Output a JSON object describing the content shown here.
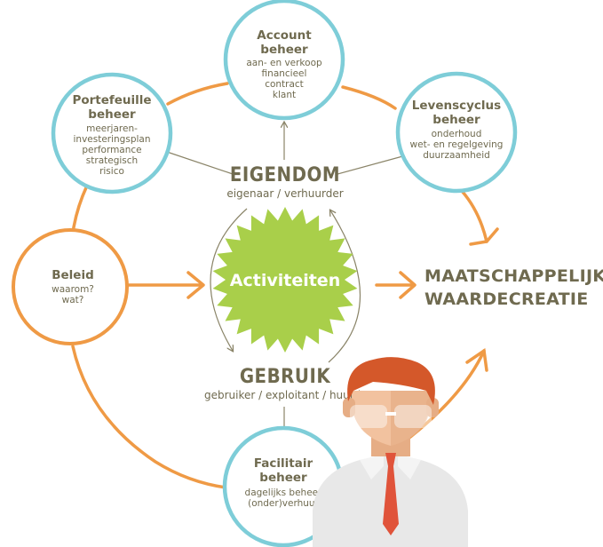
{
  "colors": {
    "orange": "#ef9a45",
    "teal": "#7ecdd8",
    "text": "#6f6a4f",
    "star": "#a9cf4a",
    "arrow_gray": "#8a8468",
    "skin": "#f2c29f",
    "hair": "#d4582a",
    "shirt": "#e8e8e8",
    "tie": "#e0533a"
  },
  "circles": {
    "account": {
      "title": [
        "Account",
        "beheer"
      ],
      "lines": [
        "aan- en verkoop",
        "financieel",
        "contract",
        "klant"
      ]
    },
    "portefeuille": {
      "title": [
        "Portefeuille",
        "beheer"
      ],
      "lines": [
        "meerjaren-",
        "investeringsplan",
        "performance",
        "strategisch",
        "risico"
      ]
    },
    "levenscyclus": {
      "title": [
        "Levenscyclus",
        "beheer"
      ],
      "lines": [
        "onderhoud",
        "wet- en regelgeving",
        "duurzaamheid"
      ]
    },
    "beleid": {
      "title": [
        "Beleid"
      ],
      "lines": [
        "waarom?",
        "wat?"
      ]
    },
    "facilitair": {
      "title": [
        "Facilitair",
        "beheer"
      ],
      "lines": [
        "dagelijks beheer",
        "(onder)verhuur"
      ]
    }
  },
  "center": {
    "eigendom": {
      "label": "EIGENDOM",
      "sub": "eigenaar / verhuurder"
    },
    "gebruik": {
      "label": "GEBRUIK",
      "sub": "gebruiker / exploitant / huurder"
    },
    "activiteiten": "Activiteiten"
  },
  "outcome": [
    "MAATSCHAPPELIJKE",
    "WAARDECREATIE"
  ],
  "icons": {
    "person": "person-with-glasses-icon",
    "star": "sunburst-badge-icon"
  }
}
